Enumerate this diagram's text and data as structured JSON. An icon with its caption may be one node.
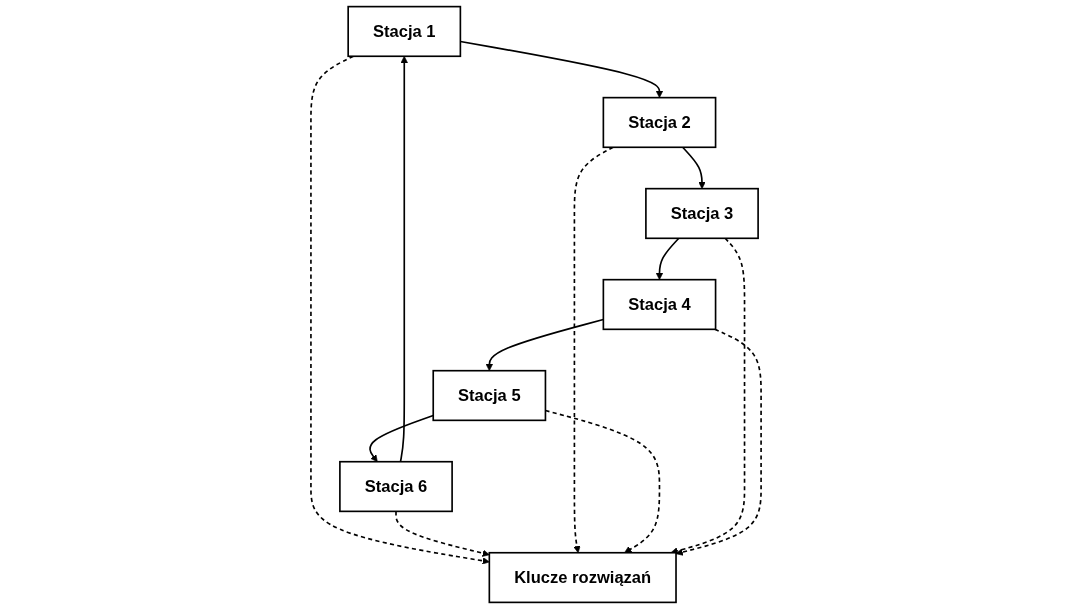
{
  "diagram": {
    "nodes": [
      {
        "text": [
          "Stacja 1"
        ]
      },
      {
        "text": [
          "Stacja 6"
        ]
      },
      {
        "text": [
          "Stacja 2"
        ]
      },
      {
        "text": [
          "Klucze rozwiązań"
        ]
      },
      {
        "text": [
          "Stacja 5"
        ]
      },
      {
        "text": [
          "Stacja 3"
        ]
      },
      {
        "text": [
          "Stacja 4"
        ]
      }
    ],
    "edges": [
      {
        "from": 1,
        "to": 0,
        "arrow": "to"
      },
      {
        "from": 0,
        "to": 2,
        "arrow": "to"
      },
      {
        "from": 2,
        "to": 5,
        "arrow": "to"
      },
      {
        "from": 5,
        "to": 6,
        "arrow": "to"
      },
      {
        "from": 6,
        "to": 4,
        "arrow": "to"
      },
      {
        "from": 4,
        "to": 1,
        "arrow": "to"
      },
      {
        "from": 0,
        "to": 3,
        "arrow": "to",
        "style": "dashed"
      },
      {
        "from": 1,
        "to": 3,
        "arrow": "to",
        "style": "dashed"
      },
      {
        "from": 2,
        "to": 3,
        "arrow": "to",
        "style": "dashed"
      },
      {
        "from": 4,
        "to": 3,
        "arrow": "to",
        "style": "dashed"
      },
      {
        "from": 5,
        "to": 3,
        "arrow": "to",
        "style": "dashed"
      },
      {
        "from": 6,
        "to": 3,
        "arrow": "to",
        "style": "dashed"
      }
    ]
  }
}
